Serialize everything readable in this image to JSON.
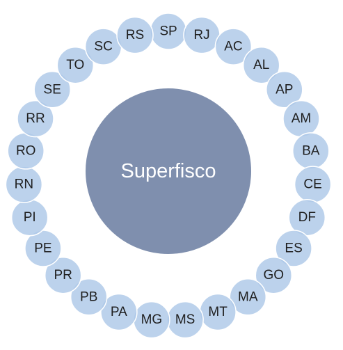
{
  "diagram": {
    "center": {
      "label": "Superfisco",
      "color": "#7f8fae"
    },
    "ring_color": "#adc8e8",
    "nodes": [
      "SP",
      "RJ",
      "AC",
      "AL",
      "AP",
      "AM",
      "BA",
      "CE",
      "DF",
      "ES",
      "GO",
      "MA",
      "MT",
      "MS",
      "MG",
      "PA",
      "PB",
      "PR",
      "PE",
      "PI",
      "RN",
      "RO",
      "RR",
      "SE",
      "TO",
      "SC",
      "RS"
    ]
  }
}
